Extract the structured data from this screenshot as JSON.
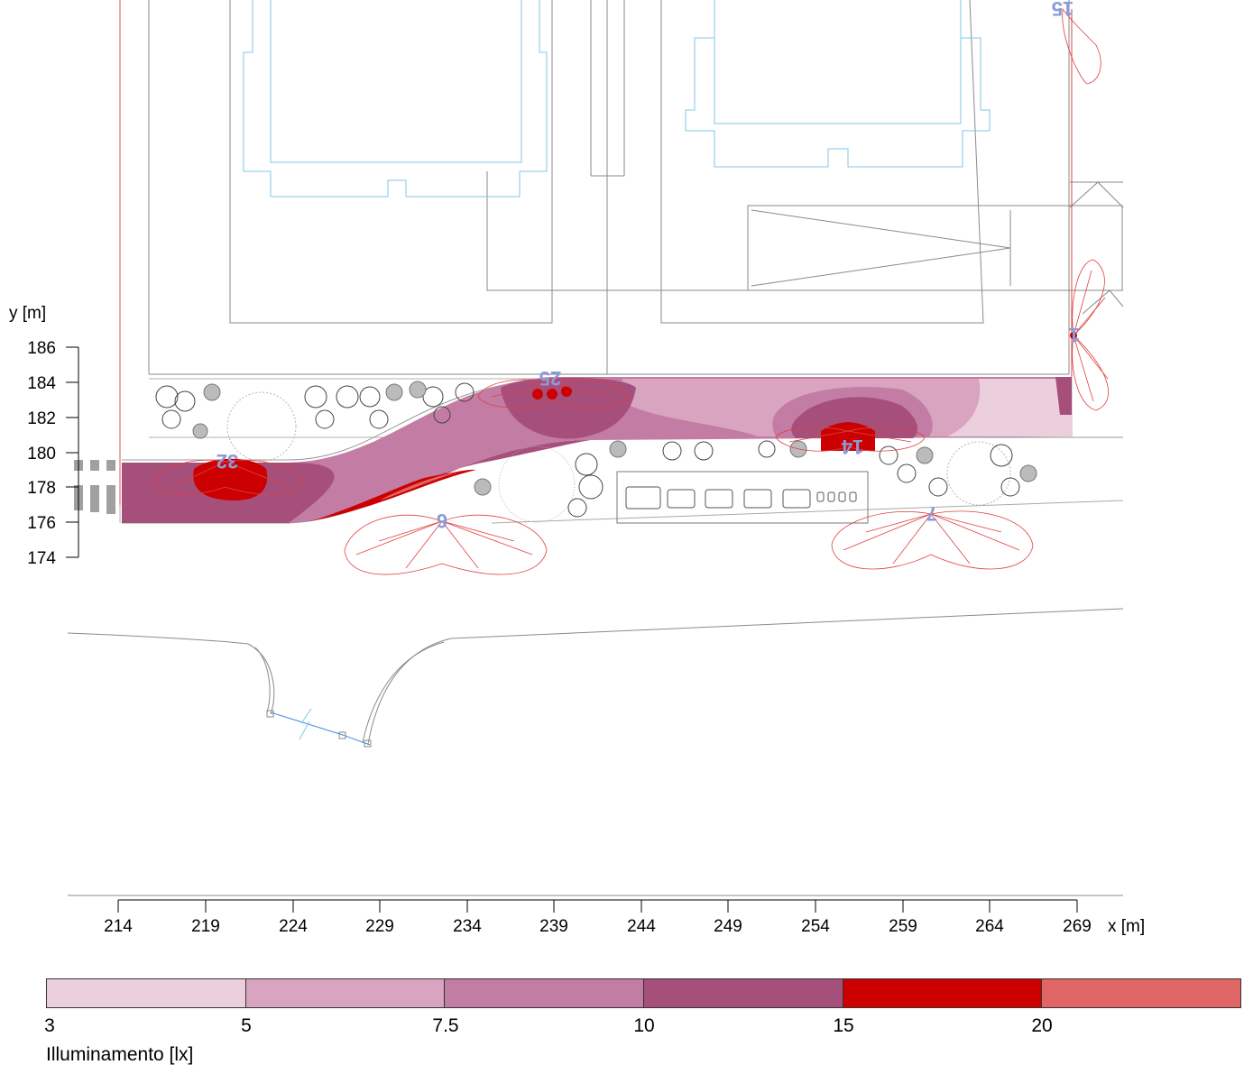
{
  "axes": {
    "x": {
      "label": "x [m]",
      "ticks": [
        "214",
        "219",
        "224",
        "229",
        "234",
        "239",
        "244",
        "249",
        "254",
        "259",
        "264",
        "269"
      ]
    },
    "y": {
      "label": "y [m]",
      "ticks": [
        "186",
        "184",
        "182",
        "180",
        "178",
        "176",
        "174"
      ]
    }
  },
  "luminaires": [
    "32",
    "25",
    "14",
    "7",
    "6",
    "1",
    "15"
  ],
  "legend": {
    "title": "Illuminamento [lx]",
    "ticks": [
      "3",
      "5",
      "7.5",
      "10",
      "15",
      "20"
    ],
    "colors": [
      "#ebcfdc",
      "#d8a4bf",
      "#c37ca3",
      "#a64f7b",
      "#cc0000",
      "#e06666"
    ]
  }
}
